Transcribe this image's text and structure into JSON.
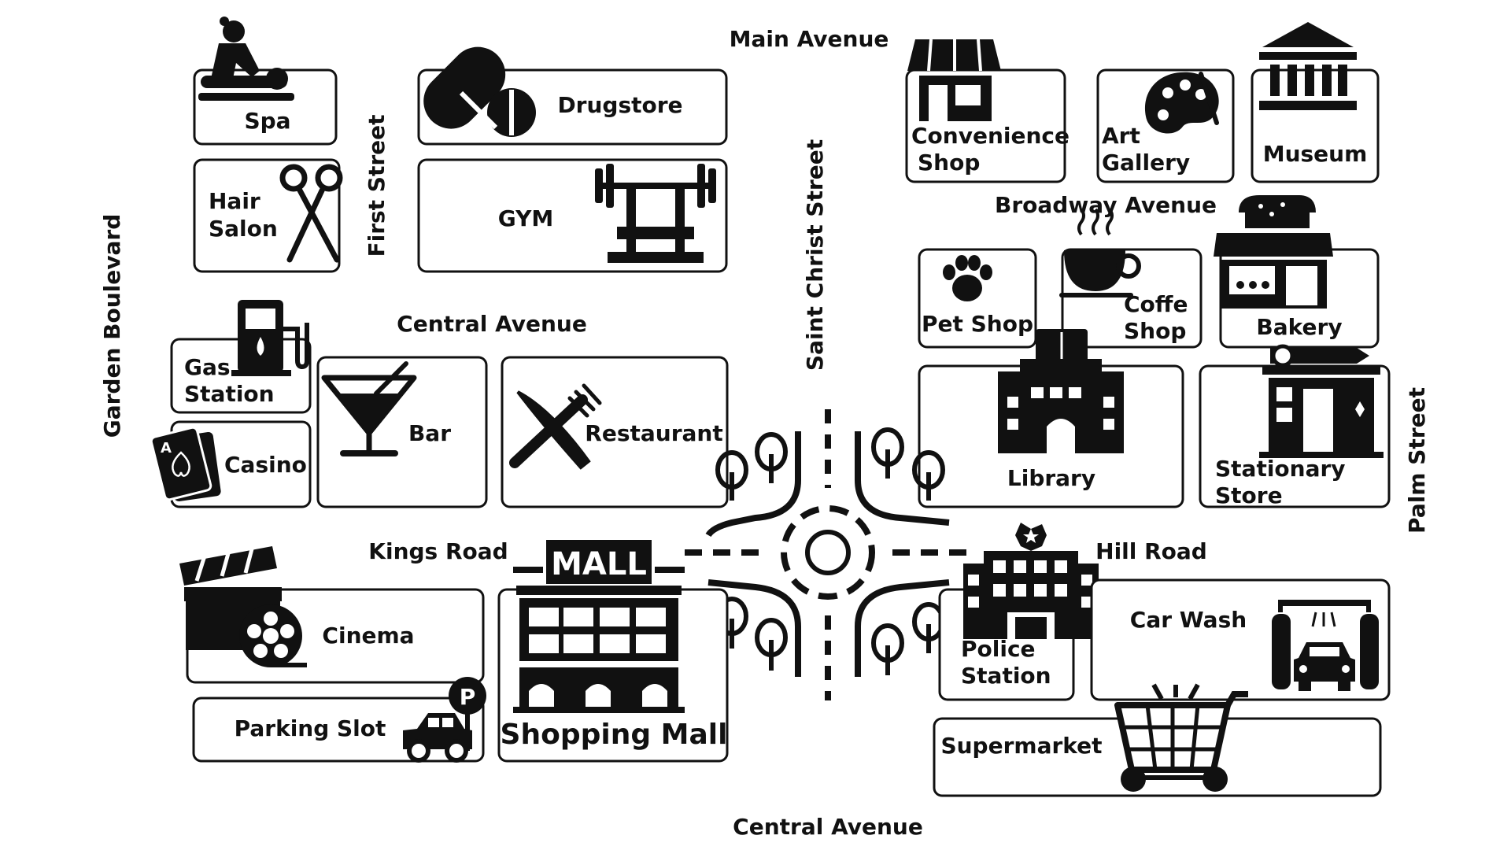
{
  "streets": {
    "main_avenue": "Main Avenue",
    "first_street": "First Street",
    "garden_boulevard": "Garden Boulevard",
    "saint_christ_street": "Saint Christ Street",
    "central_avenue_top": "Central Avenue",
    "broadway_avenue": "Broadway Avenue",
    "kings_road": "Kings Road",
    "hill_road": "Hill Road",
    "palm_street": "Palm Street",
    "central_avenue_bottom": "Central Avenue"
  },
  "places": {
    "spa": "Spa",
    "hair_salon_1": "Hair",
    "hair_salon_2": "Salon",
    "drugstore": "Drugstore",
    "gym": "GYM",
    "convenience_1": "Convenience",
    "convenience_2": "Shop",
    "art_gallery_1": "Art",
    "art_gallery_2": "Gallery",
    "museum": "Museum",
    "pet_shop": "Pet Shop",
    "coffee_shop_1": "Coffe",
    "coffee_shop_2": "Shop",
    "bakery": "Bakery",
    "gas_station_1": "Gas",
    "gas_station_2": "Station",
    "casino": "Casino",
    "bar": "Bar",
    "restaurant": "Restaurant",
    "library": "Library",
    "stationary_1": "Stationary",
    "stationary_2": "Store",
    "mall_sign": "MALL",
    "shopping_mall": "Shopping Mall",
    "cinema": "Cinema",
    "parking_slot": "Parking Slot",
    "parking_icon_letter": "P",
    "police_station_1": "Police",
    "police_station_2": "Station",
    "car_wash": "Car Wash",
    "supermarket": "Supermarket",
    "card_letter": "A"
  },
  "icons": {
    "spa": "massage-icon",
    "hair_salon": "scissors-icon",
    "drugstore": "pills-icon",
    "gym": "weight-bench-icon",
    "convenience_shop": "storefront-icon",
    "art_gallery": "palette-icon",
    "museum": "museum-building-icon",
    "pet_shop": "paw-icon",
    "coffee_shop": "coffee-cup-icon",
    "bakery": "bakery-shop-icon",
    "gas_station": "fuel-pump-icon",
    "casino": "playing-cards-icon",
    "bar": "cocktail-glass-icon",
    "restaurant": "knife-fork-icon",
    "library": "library-building-icon",
    "stationary_store": "stationery-shop-icon",
    "shopping_mall": "mall-building-icon",
    "cinema": "clapperboard-icon",
    "parking_slot": "car-parking-icon",
    "police_station": "police-building-icon",
    "car_wash": "car-wash-icon",
    "supermarket": "shopping-cart-icon",
    "roundabout": "roundabout-icon",
    "trees": "tree-icon"
  },
  "colors": {
    "ink": "#111111",
    "background": "#ffffff"
  }
}
